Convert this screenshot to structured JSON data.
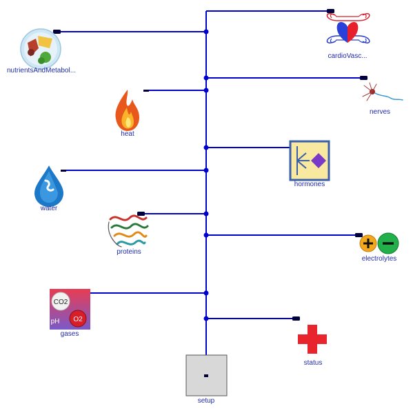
{
  "components": {
    "nutrients": "nutrientsAndMetabol...",
    "heat": "heat",
    "water": "water",
    "proteins": "proteins",
    "gases": "gases",
    "cardio": "cardioVasc...",
    "nerves": "nerves",
    "hormones": "hormones",
    "electrolytes": "electrolytes",
    "status": "status",
    "setup": "setup"
  },
  "gas_labels": {
    "co2": "CO2",
    "ph": "pH",
    "o2": "O2"
  },
  "colors": {
    "bus": "#0000cc",
    "label": "#1f2aa8",
    "port": "#00003f",
    "setup_fill": "#d8d8d8",
    "status_red": "#e8242c",
    "hormones_fill": "#f8e8a0",
    "hormones_border": "#3a5fa8"
  },
  "icons": {
    "nutrients": "food-plate-icon",
    "heat": "flame-icon",
    "water": "water-drop-icon",
    "proteins": "protein-ribbon-icon",
    "gases": "blood-gases-icon",
    "cardio": "heart-icon",
    "nerves": "neuron-icon",
    "hormones": "hormone-block-icon",
    "electrolytes": "plus-minus-ions-icon",
    "status": "red-cross-icon"
  }
}
